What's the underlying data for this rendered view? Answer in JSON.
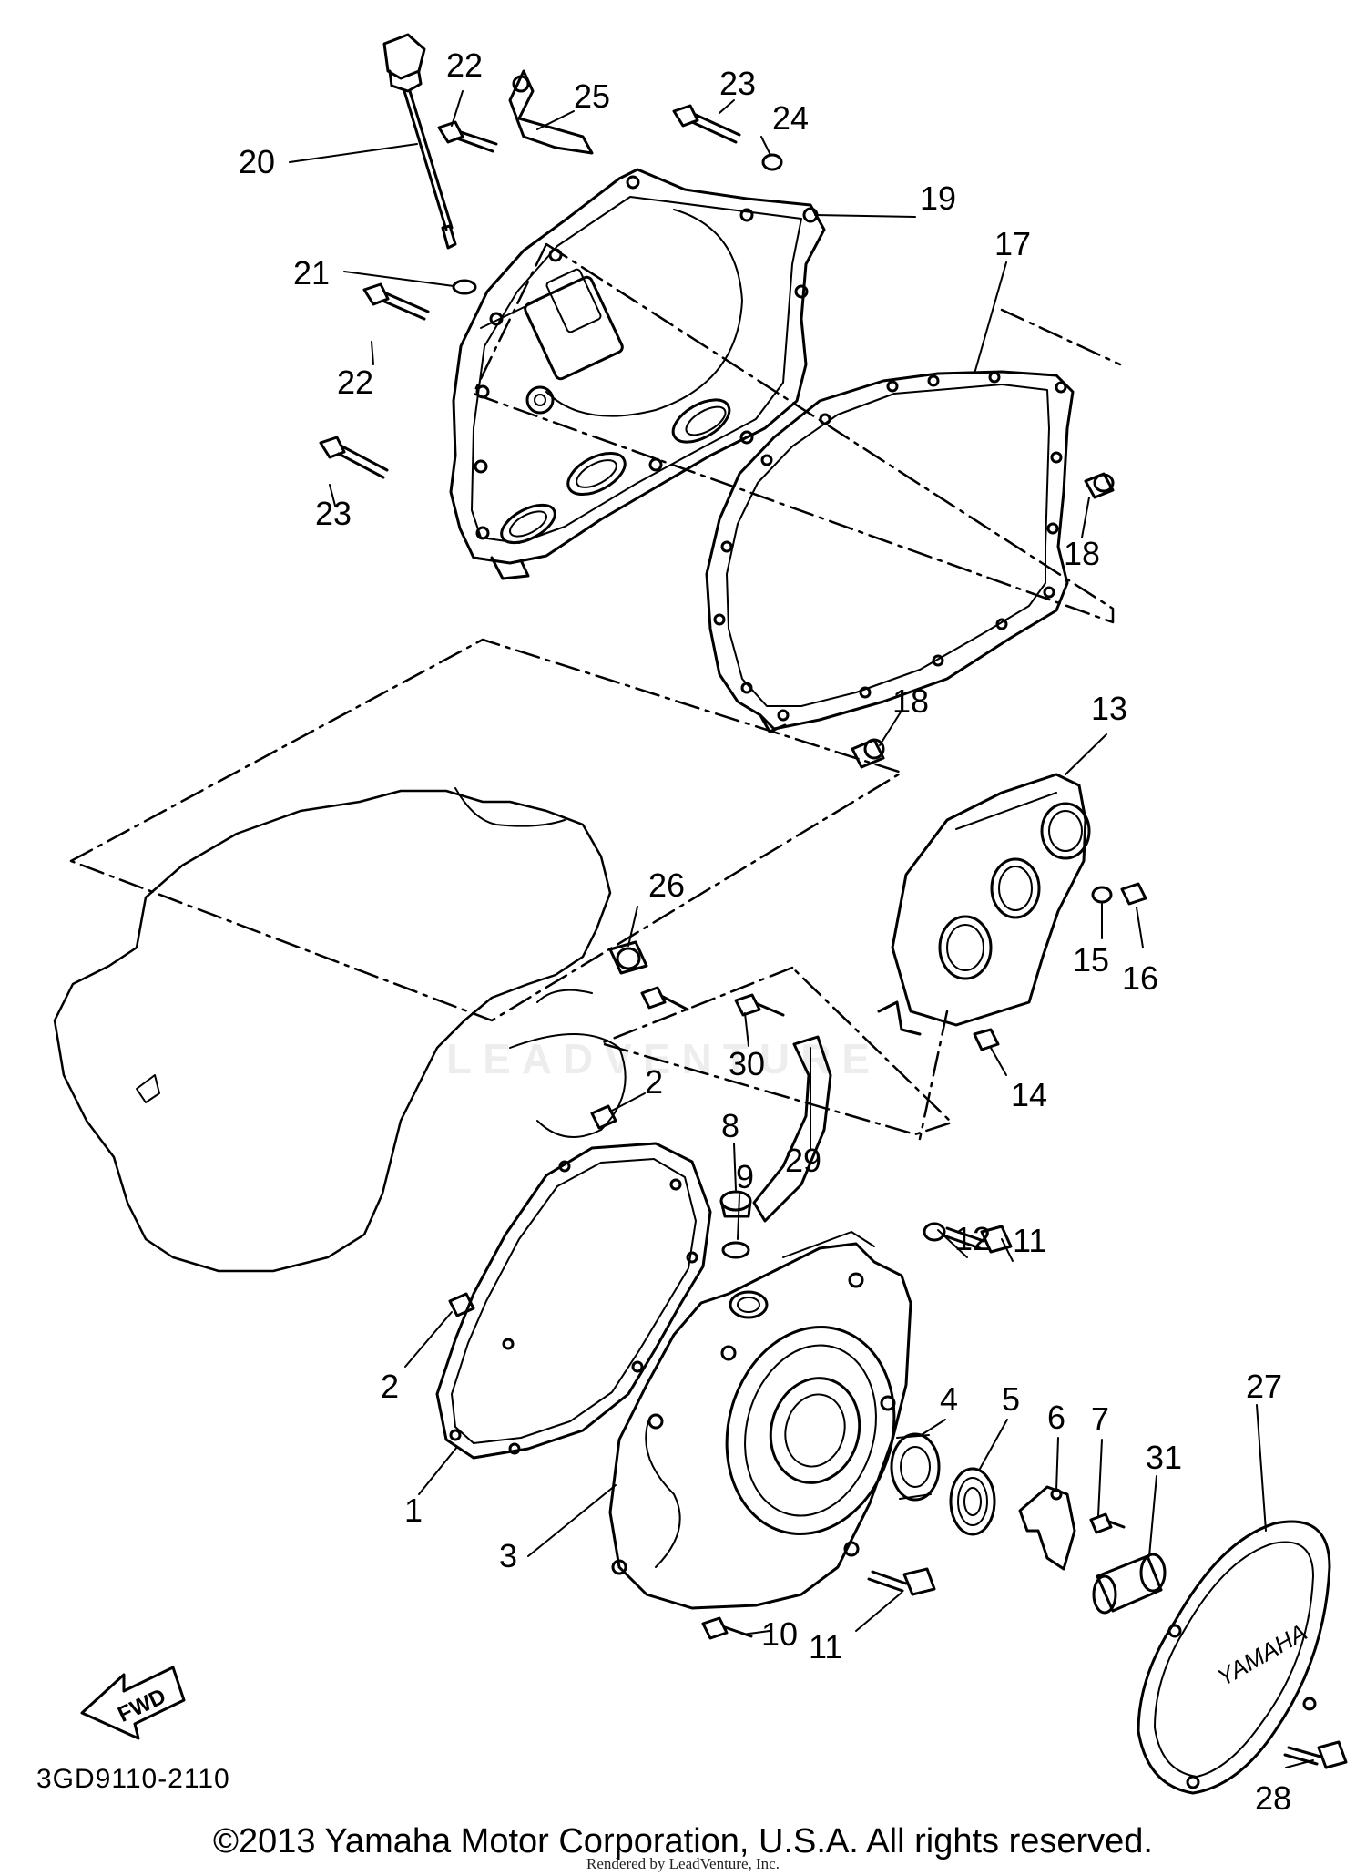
{
  "diagram": {
    "diagram_code": "3GD9110-2110",
    "fwd_label": "FWD",
    "brand_mark": "YAMAHA",
    "watermark": "LEADVENTURE",
    "copyright": "©2013 Yamaha Motor Corporation, U.S.A. All rights reserved.",
    "rendered_by": "Rendered by LeadVenture, Inc.",
    "callouts": [
      {
        "id": "c20",
        "text": "20"
      },
      {
        "id": "c22a",
        "text": "22"
      },
      {
        "id": "c25",
        "text": "25"
      },
      {
        "id": "c23a",
        "text": "23"
      },
      {
        "id": "c24",
        "text": "24"
      },
      {
        "id": "c19",
        "text": "19"
      },
      {
        "id": "c17",
        "text": "17"
      },
      {
        "id": "c21",
        "text": "21"
      },
      {
        "id": "c22b",
        "text": "22"
      },
      {
        "id": "c23b",
        "text": "23"
      },
      {
        "id": "c18a",
        "text": "18"
      },
      {
        "id": "c18b",
        "text": "18"
      },
      {
        "id": "c13",
        "text": "13"
      },
      {
        "id": "c26",
        "text": "26"
      },
      {
        "id": "c15",
        "text": "15"
      },
      {
        "id": "c16",
        "text": "16"
      },
      {
        "id": "c30",
        "text": "30"
      },
      {
        "id": "c14",
        "text": "14"
      },
      {
        "id": "c2a",
        "text": "2"
      },
      {
        "id": "c8",
        "text": "8"
      },
      {
        "id": "c29",
        "text": "29"
      },
      {
        "id": "c9",
        "text": "9"
      },
      {
        "id": "c12",
        "text": "12"
      },
      {
        "id": "c11a",
        "text": "11"
      },
      {
        "id": "c2b",
        "text": "2"
      },
      {
        "id": "c6",
        "text": "6"
      },
      {
        "id": "c7",
        "text": "7"
      },
      {
        "id": "c27",
        "text": "27"
      },
      {
        "id": "c4",
        "text": "4"
      },
      {
        "id": "c5",
        "text": "5"
      },
      {
        "id": "c31",
        "text": "31"
      },
      {
        "id": "c1",
        "text": "1"
      },
      {
        "id": "c3",
        "text": "3"
      },
      {
        "id": "c10",
        "text": "10"
      },
      {
        "id": "c11b",
        "text": "11"
      },
      {
        "id": "c28",
        "text": "28"
      }
    ]
  }
}
